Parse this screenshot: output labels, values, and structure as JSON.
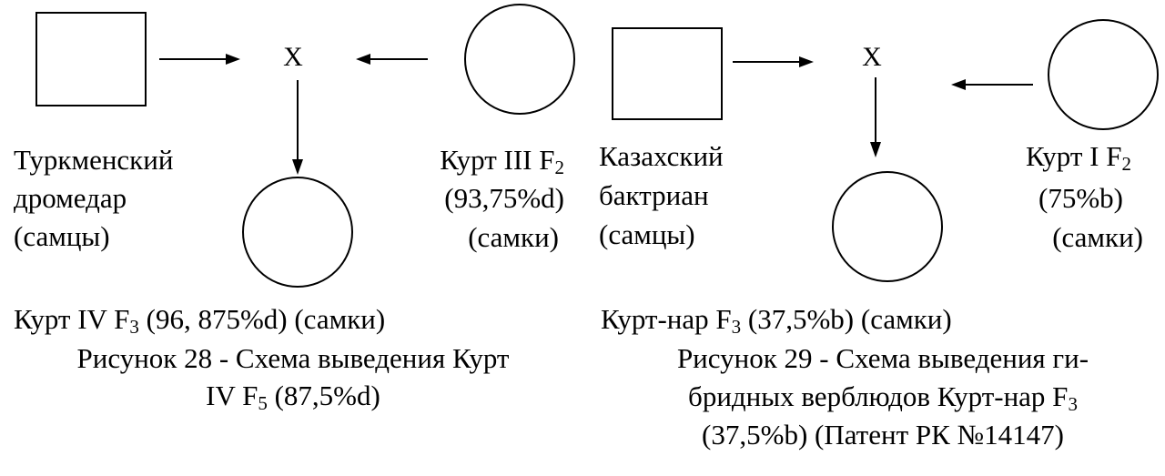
{
  "colors": {
    "ink": "#000000",
    "background": "#ffffff"
  },
  "figure28": {
    "cross_symbol": "X",
    "male_label": [
      "Туркменский",
      "дромедар",
      "(самцы)"
    ],
    "female_label": {
      "line1": "Курт III F",
      "line1_sub": "2",
      "line2": "(93,75%d)",
      "line3": "(самки)"
    },
    "offspring_label": {
      "prefix": "Курт IV F",
      "sub": "3",
      "suffix": " (96, 875%d) (самки)"
    },
    "caption": {
      "line1": "Рисунок 28 - Схема выведения Курт",
      "line2_prefix": "IV F",
      "line2_sub": "5",
      "line2_suffix": " (87,5%d)"
    }
  },
  "figure29": {
    "cross_symbol": "X",
    "male_label": [
      "Казахский",
      "бактриан",
      "(самцы)"
    ],
    "female_label": {
      "line1": "Курт I F",
      "line1_sub": "2",
      "line2": "(75%b)",
      "line3": "(самки)"
    },
    "offspring_label": {
      "prefix": "Курт-нар F",
      "sub": "3",
      "suffix": " (37,5%b) (самки)"
    },
    "caption": {
      "line1": "Рисунок 29 - Схема выведения ги-",
      "line2_prefix": "бридных верблюдов Курт-нар F",
      "line2_sub": "3",
      "line3": "(37,5%b) (Патент РК №14147)"
    }
  }
}
